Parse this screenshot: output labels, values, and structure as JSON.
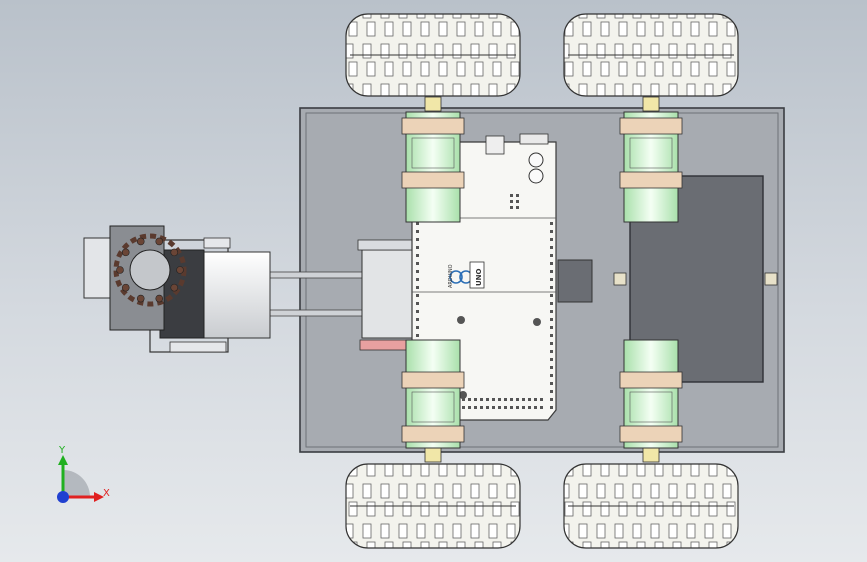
{
  "viewport": {
    "background_top": "#b9c1ca",
    "background_bottom": "#e6e9ec"
  },
  "board": {
    "text_left": "ARDUINO",
    "text_right": "UNO"
  },
  "triad": {
    "x_label": "X",
    "y_label": "Y",
    "x_color": "#e02020",
    "y_color": "#20b020",
    "z_color": "#2040d0"
  },
  "colors": {
    "chassis_fill": "#a7abb1",
    "wheel_fill": "#f2f2ec",
    "hub_green": "#cfefd0",
    "hub_ring": "#e6c8a8",
    "board_fill": "#f7f7f4",
    "battery_fill": "#6a6d73"
  }
}
